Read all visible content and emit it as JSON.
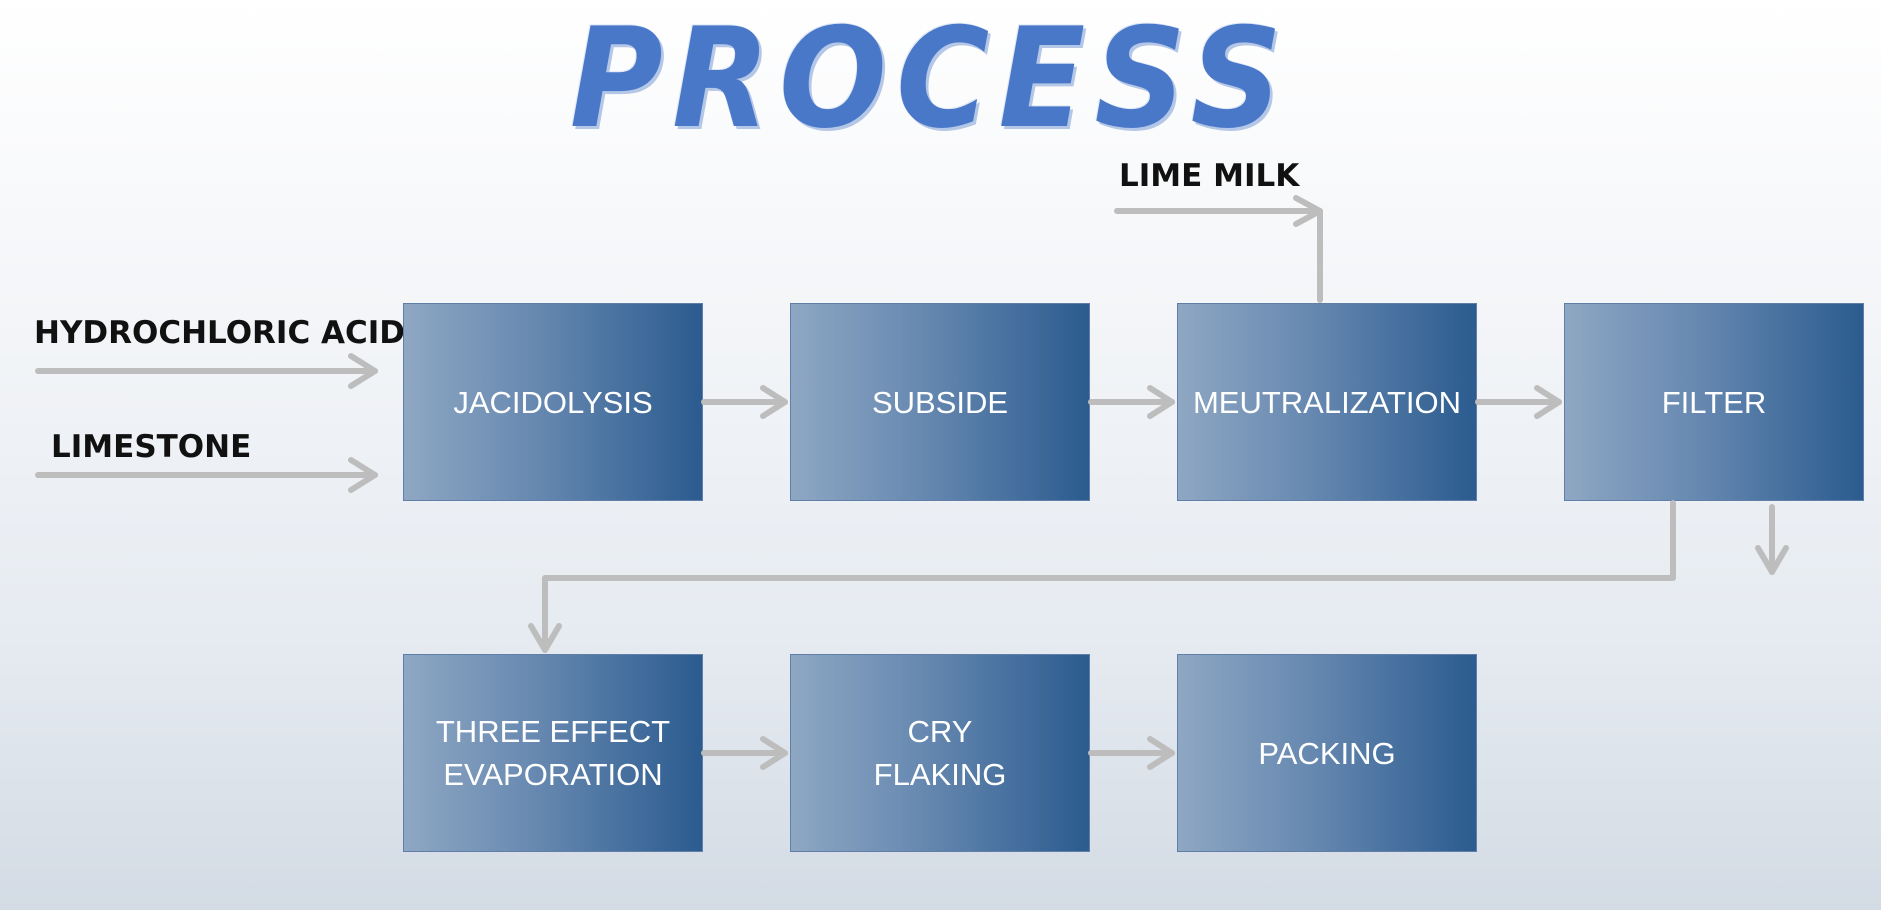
{
  "title": "PROCESS",
  "inputs": {
    "hydrochloric_acid": "HYDROCHLORIC ACID",
    "limestone": "LIMESTONE",
    "lime_milk": "LIME MILK"
  },
  "steps": {
    "acidolysis": "JACIDOLYSIS",
    "subside": "SUBSIDE",
    "neutralization": "MEUTRALIZATION",
    "filter": "FILTER",
    "evaporation_line1": "THREE EFFECT",
    "evaporation_line2": "EVAPORATION",
    "cry_line1": "CRY",
    "cry_line2": "FLAKING",
    "packing": "PACKING"
  },
  "colors": {
    "title": "#4a78c9",
    "box_light": "#8ea7c3",
    "box_dark": "#2b5b8f",
    "arrow": "#bdbdbd"
  }
}
